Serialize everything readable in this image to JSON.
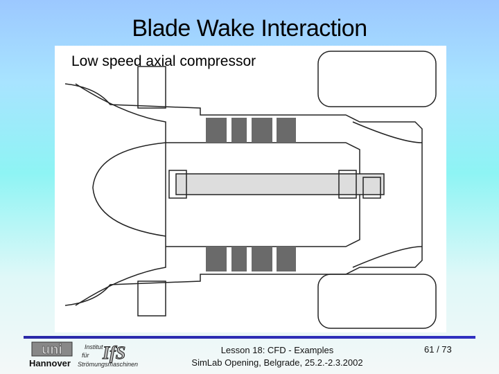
{
  "title": "Blade Wake Interaction",
  "figure": {
    "subtitle": "Low speed axial compressor"
  },
  "footer": {
    "logo": {
      "uni": "uni",
      "city": "Hannover",
      "institut": "Institut",
      "fur": "für",
      "ifs": "IfS",
      "dept": "Strömungsmaschinen"
    },
    "line1": "Lesson 18: CFD - Examples",
    "line2": "SimLab Opening, Belgrade, 25.2.-2.3.2002",
    "page": "61 / 73"
  }
}
